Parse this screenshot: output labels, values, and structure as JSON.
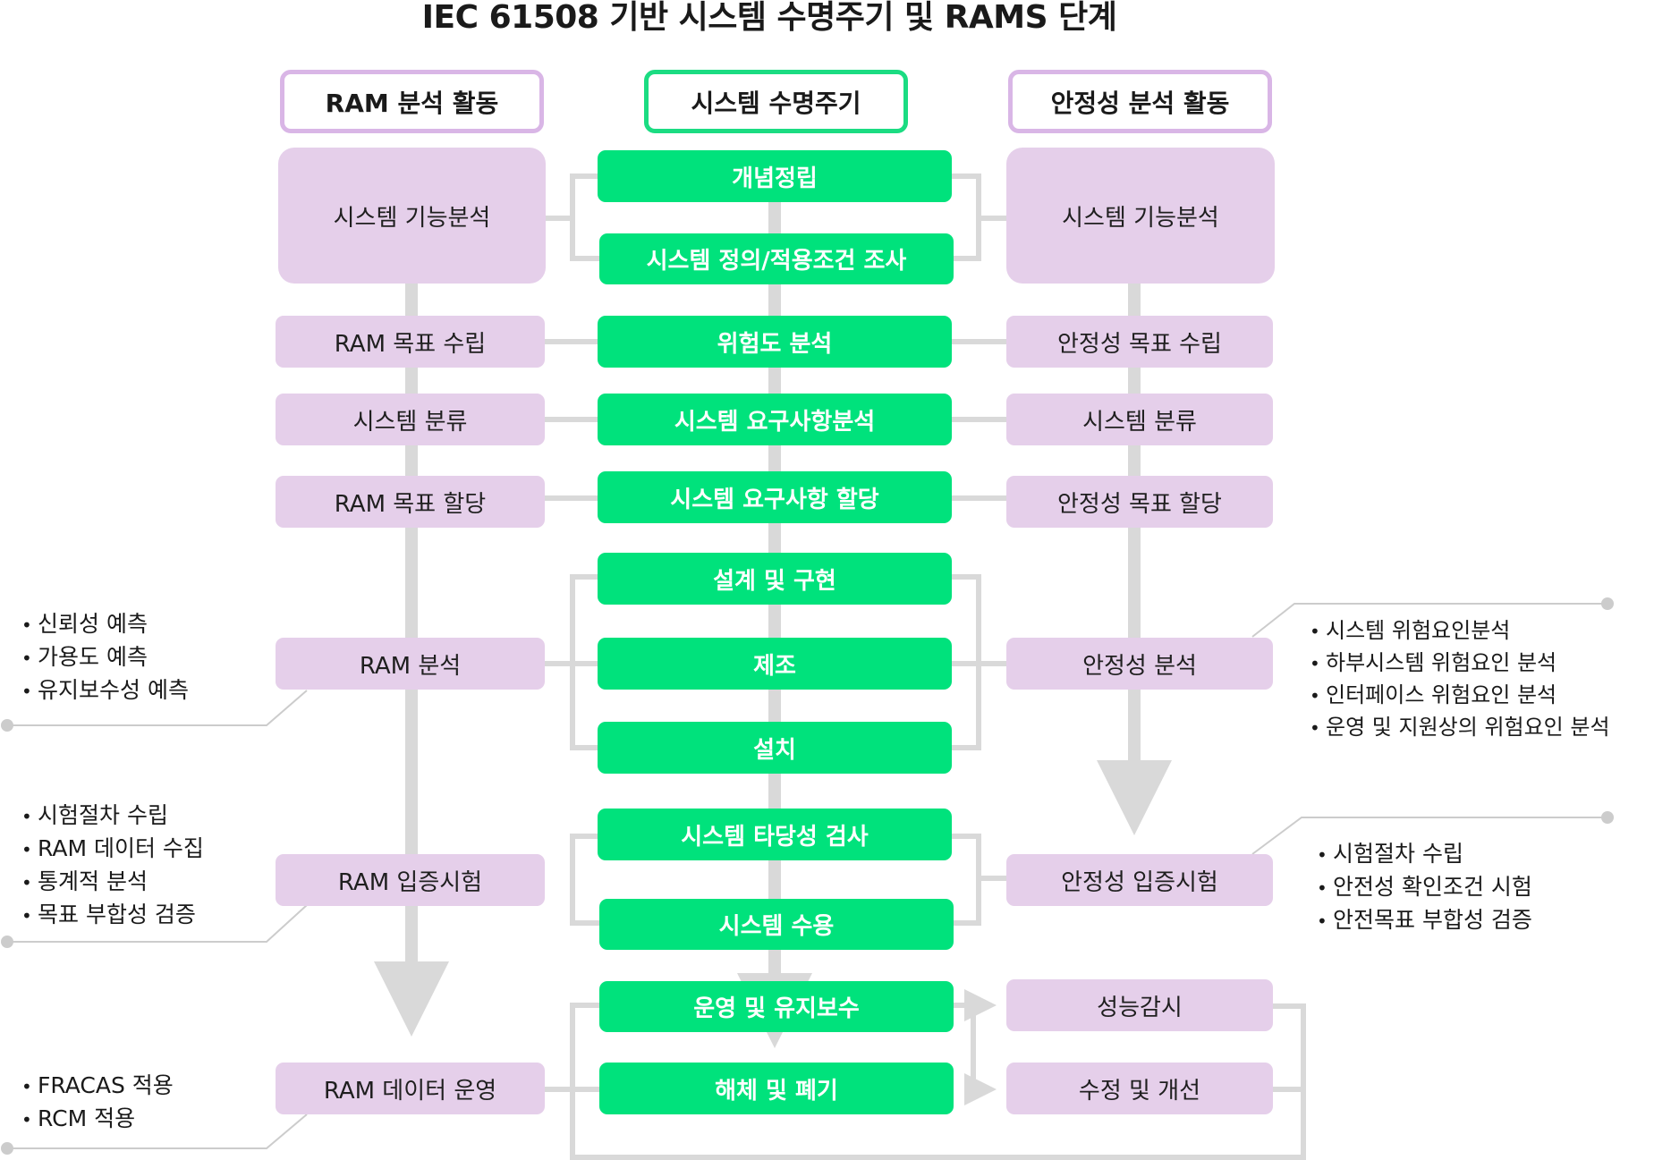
{
  "title": "IEC 61508 기반 시스템 수명주기 및 RAMS 단계",
  "headers": {
    "ram": "RAM 분석 활동",
    "lifecycle": "시스템 수명주기",
    "safety": "안정성 분석 활동"
  },
  "ram_column": {
    "func": "시스템 기능분석",
    "target": "RAM 목표 수립",
    "classify": "시스템 분류",
    "allocate": "RAM 목표 할당",
    "analysis": "RAM 분석",
    "verify": "RAM 입증시험",
    "data": "RAM 데이터 운영"
  },
  "lifecycle_column": {
    "concept": "개념정립",
    "define": "시스템 정의/적용조건 조사",
    "hazard": "위험도 분석",
    "req": "시스템 요구사항분석",
    "req_alloc": "시스템 요구사항 할당",
    "design": "설계 및 구현",
    "manufacture": "제조",
    "install": "설치",
    "validate": "시스템 타당성 검사",
    "accept": "시스템 수용",
    "operate": "운영 및 유지보수",
    "dispose": "해체 및 폐기"
  },
  "safety_column": {
    "func": "시스템 기능분석",
    "target": "안정성 목표 수립",
    "classify": "시스템 분류",
    "allocate": "안정성 목표 할당",
    "analysis": "안정성 분석",
    "verify": "안정성 입증시험",
    "monitor": "성능감시",
    "improve": "수정 및 개선"
  },
  "notes": {
    "ram_analysis": [
      "신뢰성 예측",
      "가용도 예측",
      "유지보수성 예측"
    ],
    "ram_verify": [
      "시험절차 수립",
      "RAM 데이터 수집",
      "통계적 분석",
      "목표 부합성 검증"
    ],
    "ram_data": [
      "FRACAS 적용",
      "RCM 적용"
    ],
    "safety_analysis": [
      "시스템 위험요인분석",
      "하부시스템 위험요인 분석",
      "인터페이스 위험요인 분석",
      "운영 및 지원상의 위험요인 분석"
    ],
    "safety_verify": [
      "시험절차 수립",
      "안전성 확인조건 시험",
      "안전목표 부합성 검증"
    ]
  },
  "colors": {
    "green": "#00e27c",
    "green_border": "#1bdc82",
    "purple": "#e5cfea",
    "purple_border": "#d9b6e6",
    "connector": "#d9d9d9",
    "note_line": "#cccccc"
  }
}
